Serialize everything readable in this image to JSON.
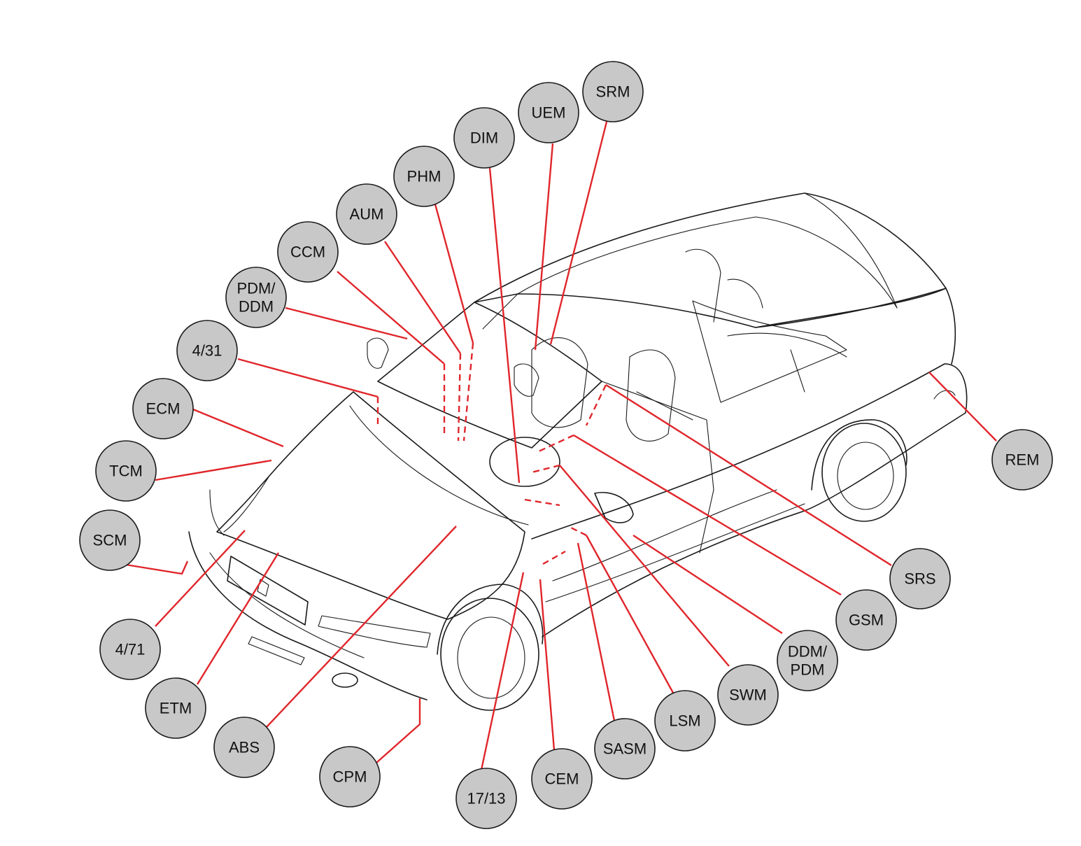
{
  "colors": {
    "leader": "#e0262b",
    "bubble_fill": "#c8c8c8",
    "outline": "#1a1a1a"
  },
  "modules": [
    {
      "id": "srm",
      "lines": [
        "SRM"
      ]
    },
    {
      "id": "uem",
      "lines": [
        "UEM"
      ]
    },
    {
      "id": "dim",
      "lines": [
        "DIM"
      ]
    },
    {
      "id": "phm",
      "lines": [
        "PHM"
      ]
    },
    {
      "id": "aum",
      "lines": [
        "AUM"
      ]
    },
    {
      "id": "ccm",
      "lines": [
        "CCM"
      ]
    },
    {
      "id": "pdm-ddm",
      "lines": [
        "PDM/",
        "DDM"
      ]
    },
    {
      "id": "4-31",
      "lines": [
        "4/31"
      ]
    },
    {
      "id": "ecm",
      "lines": [
        "ECM"
      ]
    },
    {
      "id": "tcm",
      "lines": [
        "TCM"
      ]
    },
    {
      "id": "scm",
      "lines": [
        "SCM"
      ]
    },
    {
      "id": "4-71",
      "lines": [
        "4/71"
      ]
    },
    {
      "id": "etm",
      "lines": [
        "ETM"
      ]
    },
    {
      "id": "abs",
      "lines": [
        "ABS"
      ]
    },
    {
      "id": "cpm",
      "lines": [
        "CPM"
      ]
    },
    {
      "id": "17-13",
      "lines": [
        "17/13"
      ]
    },
    {
      "id": "cem",
      "lines": [
        "CEM"
      ]
    },
    {
      "id": "sasm",
      "lines": [
        "SASM"
      ]
    },
    {
      "id": "lsm",
      "lines": [
        "LSM"
      ]
    },
    {
      "id": "swm",
      "lines": [
        "SWM"
      ]
    },
    {
      "id": "ddm-pdm",
      "lines": [
        "DDM/",
        "PDM"
      ]
    },
    {
      "id": "gsm",
      "lines": [
        "GSM"
      ]
    },
    {
      "id": "srs",
      "lines": [
        "SRS"
      ]
    },
    {
      "id": "rem",
      "lines": [
        "REM"
      ]
    }
  ]
}
